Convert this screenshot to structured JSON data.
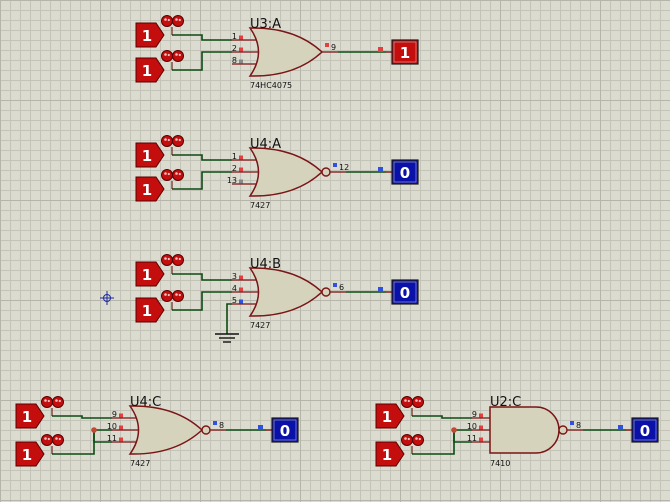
{
  "colors": {
    "background": "#dcdbcf",
    "grid_minor": "#c4c3b8",
    "grid_major": "#b6b5aa",
    "wire": "#0b4a12",
    "gate_fill": "#d6d3bd",
    "gate_stroke": "#7a1515",
    "source_fill": "#c40d0d",
    "probe_high": "#c40d0d",
    "probe_low": "#0a11a8",
    "pin_high": "#e04040",
    "pin_low": "#3050e0",
    "pin_float": "#888888"
  },
  "gates": [
    {
      "ref": "U3:A",
      "part": "74HC4075",
      "type": "or3",
      "inputs": [
        {
          "pin": "1",
          "state": "high"
        },
        {
          "pin": "2",
          "state": "high"
        },
        {
          "pin": "8",
          "state": "float"
        }
      ],
      "output": {
        "pin": "9",
        "state": "high"
      },
      "probe": "1",
      "grounded_input": false
    },
    {
      "ref": "U4:A",
      "part": "7427",
      "type": "nor3",
      "inputs": [
        {
          "pin": "1",
          "state": "high"
        },
        {
          "pin": "2",
          "state": "high"
        },
        {
          "pin": "13",
          "state": "float"
        }
      ],
      "output": {
        "pin": "12",
        "state": "low"
      },
      "probe": "0",
      "grounded_input": false
    },
    {
      "ref": "U4:B",
      "part": "7427",
      "type": "nor3",
      "inputs": [
        {
          "pin": "3",
          "state": "high"
        },
        {
          "pin": "4",
          "state": "high"
        },
        {
          "pin": "5",
          "state": "low"
        }
      ],
      "output": {
        "pin": "6",
        "state": "low"
      },
      "probe": "0",
      "grounded_input": true
    },
    {
      "ref": "U4:C",
      "part": "7427",
      "type": "nor3",
      "inputs": [
        {
          "pin": "9",
          "state": "high"
        },
        {
          "pin": "10",
          "state": "high"
        },
        {
          "pin": "11",
          "state": "high"
        }
      ],
      "output": {
        "pin": "8",
        "state": "low"
      },
      "probe": "0",
      "grounded_input": false
    },
    {
      "ref": "U2:C",
      "part": "7410",
      "type": "nand3",
      "inputs": [
        {
          "pin": "9",
          "state": "high"
        },
        {
          "pin": "10",
          "state": "high"
        },
        {
          "pin": "11",
          "state": "high"
        }
      ],
      "output": {
        "pin": "8",
        "state": "low"
      },
      "probe": "0",
      "grounded_input": false
    }
  ],
  "sources": [
    {
      "gate": "U3:A",
      "value": "1"
    },
    {
      "gate": "U3:A",
      "value": "1"
    },
    {
      "gate": "U4:A",
      "value": "1"
    },
    {
      "gate": "U4:A",
      "value": "1"
    },
    {
      "gate": "U4:B",
      "value": "1"
    },
    {
      "gate": "U4:B",
      "value": "1"
    },
    {
      "gate": "U4:C",
      "value": "1"
    },
    {
      "gate": "U4:C",
      "value": "1"
    },
    {
      "gate": "U2:C",
      "value": "1"
    },
    {
      "gate": "U2:C",
      "value": "1"
    }
  ]
}
